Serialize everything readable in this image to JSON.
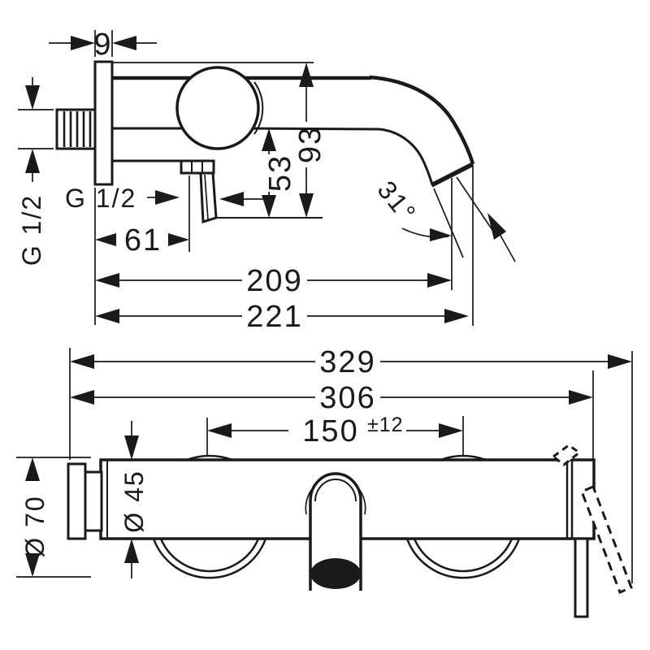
{
  "drawing": {
    "type": "technical-dimension-drawing",
    "product": "wall-mounted single-lever bath mixer",
    "line_color": "#1a1a1a",
    "background_color": "#ffffff"
  },
  "side_view": {
    "dims": {
      "plate_depth": "9",
      "inlet_thread": "G 1/2",
      "outlet_thread": "G 1/2",
      "outlet_offset": "61",
      "spout_drop": "53",
      "spout_height": "93",
      "spout_reach": "209",
      "total_reach": "221",
      "spout_angle": "31°"
    }
  },
  "front_view": {
    "dims": {
      "total_width": "329",
      "body_width": "306",
      "connection_centers": "150",
      "connection_tolerance": "±12",
      "body_diameter": "Ø 45",
      "escutcheon_diameter": "Ø 70"
    }
  }
}
